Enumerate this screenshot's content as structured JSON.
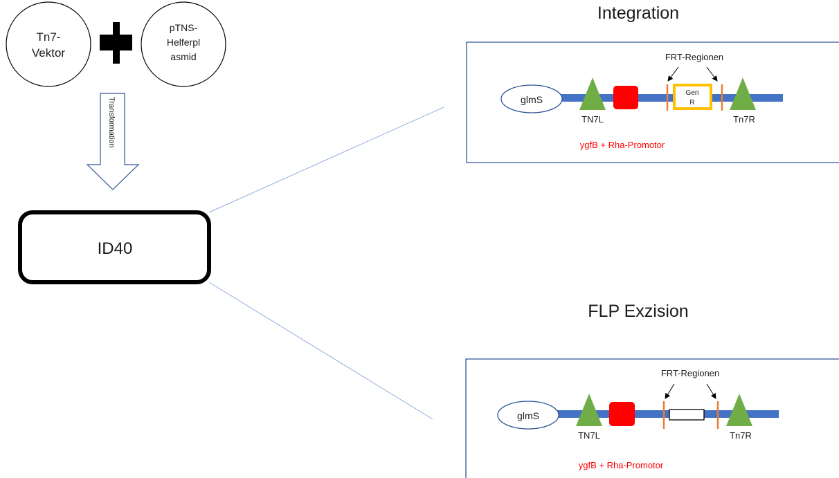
{
  "inputs": {
    "tn7_vector": [
      "Tn7-",
      "Vektor"
    ],
    "helper_plasmid": [
      "pTNS-",
      "Helferpl",
      "asmid"
    ]
  },
  "transformation_label": "Transformation",
  "strain_label": "ID40",
  "panels": [
    {
      "title": "Integration",
      "glms_label": "glmS",
      "left_label": "TN7L",
      "right_label": "Tn7R",
      "frt_label": "FRT-Regionen",
      "cassette_label": [
        "Gen",
        "R"
      ],
      "promoter_label": "ygfB + Rha-Promotor"
    },
    {
      "title": "FLP Exzision",
      "glms_label": "glmS",
      "left_label": "TN7L",
      "right_label": "Tn7R",
      "frt_label": "FRT-Regionen",
      "cassette_label": [],
      "promoter_label": "ygfB + Rha-Promotor"
    }
  ],
  "colors": {
    "dna_bar": "#4472c4",
    "tn7_triangle": "#70ad47",
    "promoter_box": "#ff0000",
    "frt_site": "#ed7d31",
    "cassette_border": "#ffc000",
    "promoter_text": "#ff0000",
    "panel_border": "#2f5496",
    "zoom_lines": "#8faadc"
  }
}
